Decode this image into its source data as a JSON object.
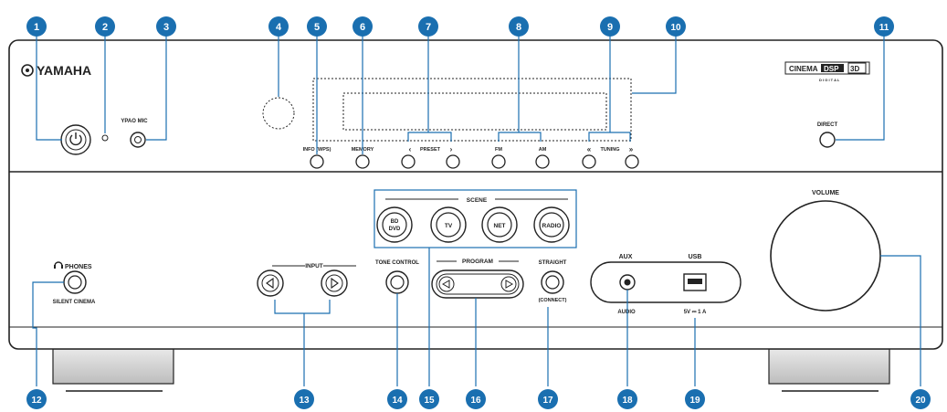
{
  "brand": "YAMAHA",
  "cinema_logo": {
    "cinema": "CINEMA",
    "dsp": "DSP",
    "three_d": "3D",
    "digital": "D I G I T A L"
  },
  "labels": {
    "ypao_mic": "YPAO MIC",
    "info_wps": "INFO (WPS)",
    "memory": "MEMORY",
    "preset": "PRESET",
    "preset_left": "‹",
    "preset_right": "›",
    "fm": "FM",
    "am": "AM",
    "tuning": "TUNING",
    "tuning_left": "«",
    "tuning_right": "»",
    "direct": "DIRECT",
    "volume": "VOLUME",
    "phones": "PHONES",
    "silent_cinema": "SILENT CINEMA",
    "input": "INPUT",
    "tone_control": "TONE CONTROL",
    "scene": "SCENE",
    "scene_bd_1": "BD",
    "scene_bd_2": "DVD",
    "scene_tv": "TV",
    "scene_net": "NET",
    "scene_radio": "RADIO",
    "program": "PROGRAM",
    "straight": "STRAIGHT",
    "connect": "(CONNECT)",
    "aux": "AUX",
    "audio": "AUDIO",
    "usb": "USB",
    "usb_power": "5V ⎓ 1 A"
  },
  "callouts": [
    "1",
    "2",
    "3",
    "4",
    "5",
    "6",
    "7",
    "8",
    "9",
    "10",
    "11",
    "12",
    "13",
    "14",
    "15",
    "16",
    "17",
    "18",
    "19",
    "20"
  ],
  "colors": {
    "callout": "#1a6fb0",
    "leader": "#1a6fb0",
    "panel": "#ffffff",
    "line": "#222222",
    "foot": "#d9d9d9"
  }
}
